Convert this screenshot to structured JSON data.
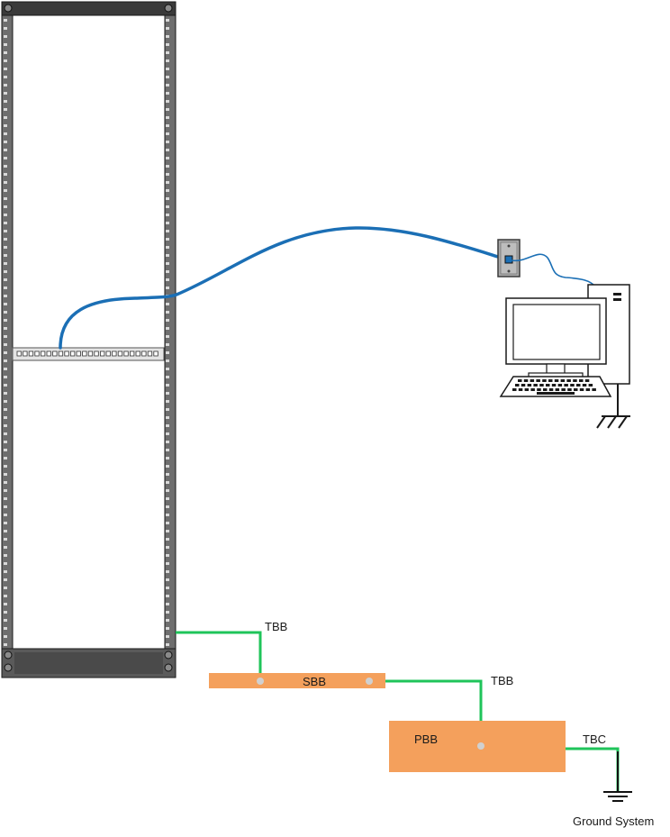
{
  "labels": {
    "tbb_rack": "TBB",
    "sbb": "SBB",
    "tbb_sbb_pbb": "TBB",
    "pbb": "PBB",
    "tbc": "TBC",
    "ground_system": "Ground System"
  },
  "colors": {
    "rack_frame": "#3a3a3a",
    "rack_rail": "#6e6e6e",
    "patch_cable": "#1b6fb5",
    "ground_wire": "#1fc45a",
    "busbar": "#f4a05c",
    "ground_symbol": "#000000"
  },
  "icons": {
    "rack": "equipment-rack-icon",
    "patch_panel": "patch-panel-icon",
    "wall_jack": "wall-jack-icon",
    "computer": "desktop-computer-icon",
    "equipment_ground": "chassis-ground-icon",
    "earth_ground": "earth-ground-icon"
  }
}
